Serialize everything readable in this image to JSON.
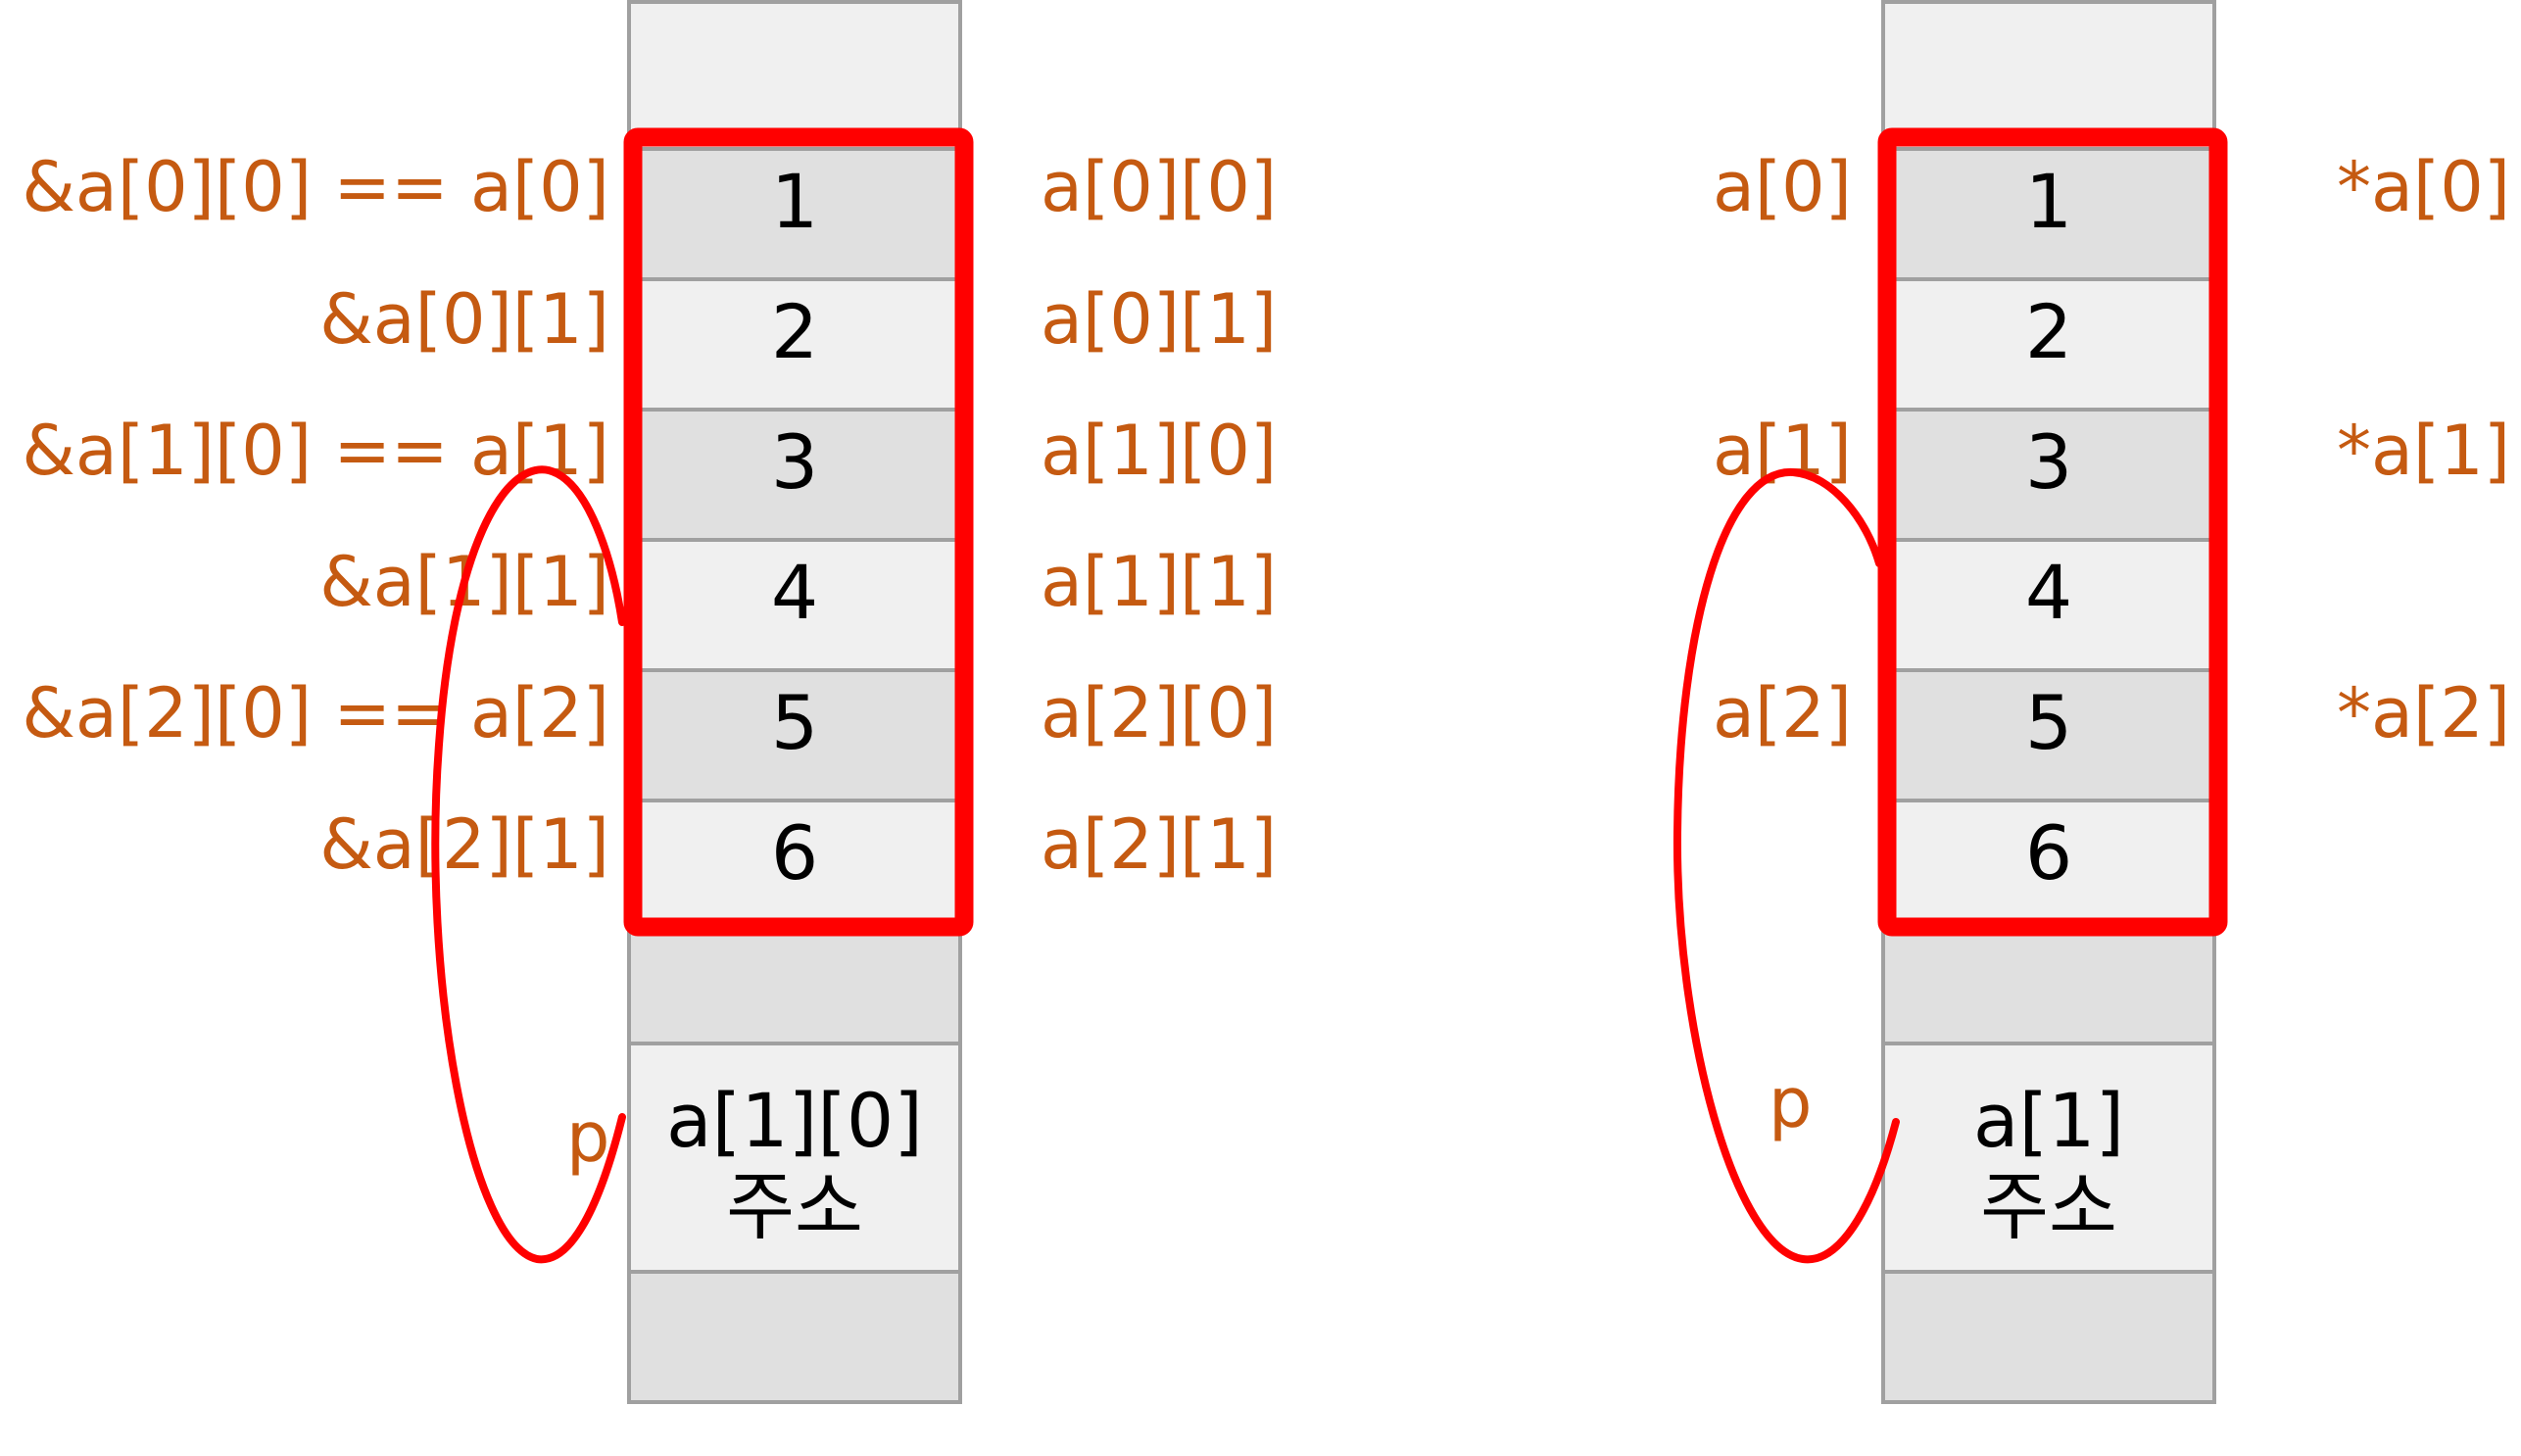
{
  "colors": {
    "label": "#c55a11",
    "highlight": "#ff0000",
    "cell_dark": "#e0e0e0",
    "cell_light": "#f0f0f0",
    "cell_border": "#a0a0a0",
    "text": "#000000"
  },
  "left_panel": {
    "values": [
      "1",
      "2",
      "3",
      "4",
      "5",
      "6"
    ],
    "address_labels": [
      "&a[0][0] == a[0]",
      "&a[0][1]",
      "&a[1][0] == a[1]",
      "&a[1][1]",
      "&a[2][0] == a[2]",
      "&a[2][1]"
    ],
    "element_labels": [
      "a[0][0]",
      "a[0][1]",
      "a[1][0]",
      "a[1][1]",
      "a[2][0]",
      "a[2][1]"
    ],
    "pointer_name": "p",
    "pointer_value_line1": "a[1][0]",
    "pointer_value_line2": "주소"
  },
  "right_panel": {
    "values": [
      "1",
      "2",
      "3",
      "4",
      "5",
      "6"
    ],
    "address_labels": [
      "a[0]",
      "",
      "a[1]",
      "",
      "a[2]",
      ""
    ],
    "element_labels": [
      "*a[0]",
      "",
      "*a[1]",
      "",
      "*a[2]",
      ""
    ],
    "pointer_name": "p",
    "pointer_value_line1": "a[1]",
    "pointer_value_line2": "주소"
  }
}
